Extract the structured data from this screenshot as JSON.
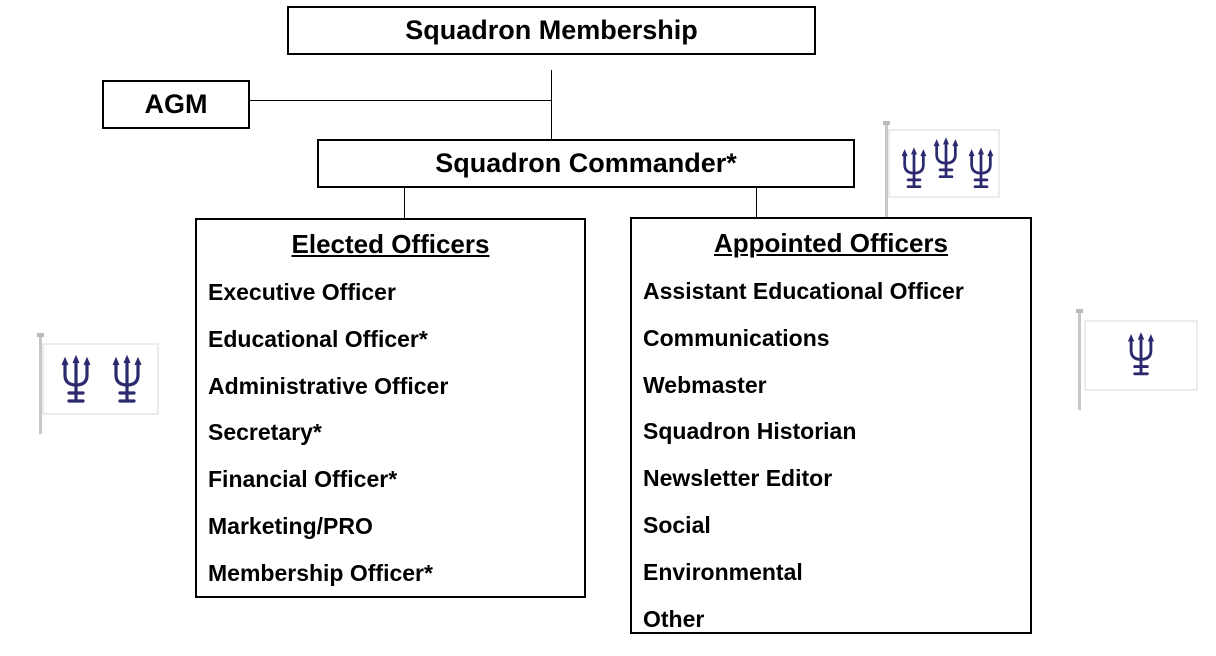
{
  "diagram": {
    "top": "Squadron Membership",
    "agm": "AGM",
    "commander": "Squadron Commander*",
    "elected": {
      "title": "Elected Officers",
      "items": [
        "Executive Officer",
        "Educational Officer*",
        "Administrative Officer",
        "Secretary*",
        "Financial Officer*",
        "Marketing/PRO",
        "Membership Officer*"
      ]
    },
    "appointed": {
      "title": "Appointed Officers",
      "items": [
        "Assistant Educational Officer",
        "Communications",
        "Webmaster",
        "Squadron Historian",
        "Newsletter Editor",
        "Social",
        "Environmental",
        "Other"
      ]
    }
  },
  "flags": {
    "left": {
      "tridents": 2
    },
    "top_right": {
      "tridents": 3
    },
    "right": {
      "tridents": 1
    }
  },
  "colors": {
    "trident": "#2b2a6e",
    "pole": "#c8c8c8",
    "flag_border": "#d8d8d8"
  }
}
